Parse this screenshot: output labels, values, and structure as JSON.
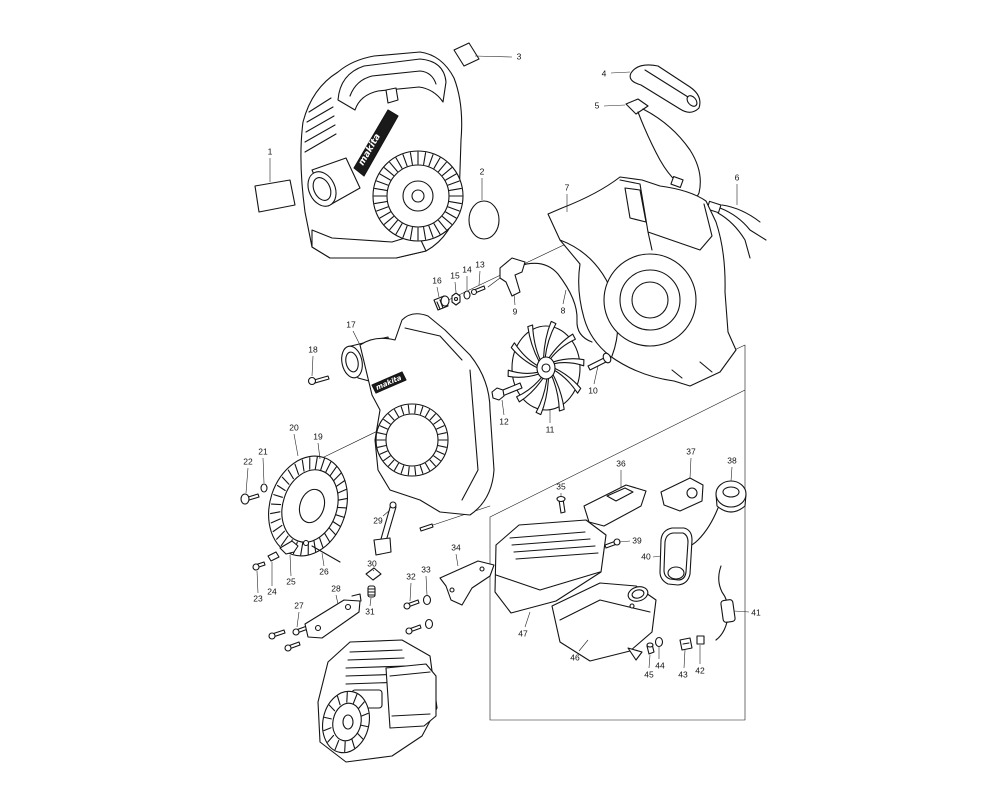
{
  "diagram": {
    "callouts": [
      "1",
      "2",
      "3",
      "4",
      "5",
      "6",
      "7",
      "8",
      "9",
      "10",
      "11",
      "12",
      "13",
      "14",
      "15",
      "16",
      "17",
      "18",
      "19",
      "20",
      "21",
      "22",
      "23",
      "24",
      "25",
      "26",
      "27",
      "28",
      "29",
      "30",
      "31",
      "32",
      "33",
      "34",
      "35",
      "36",
      "37",
      "38",
      "39",
      "40",
      "41",
      "42",
      "43",
      "44",
      "45",
      "46",
      "47"
    ],
    "logo_text": "makita"
  }
}
